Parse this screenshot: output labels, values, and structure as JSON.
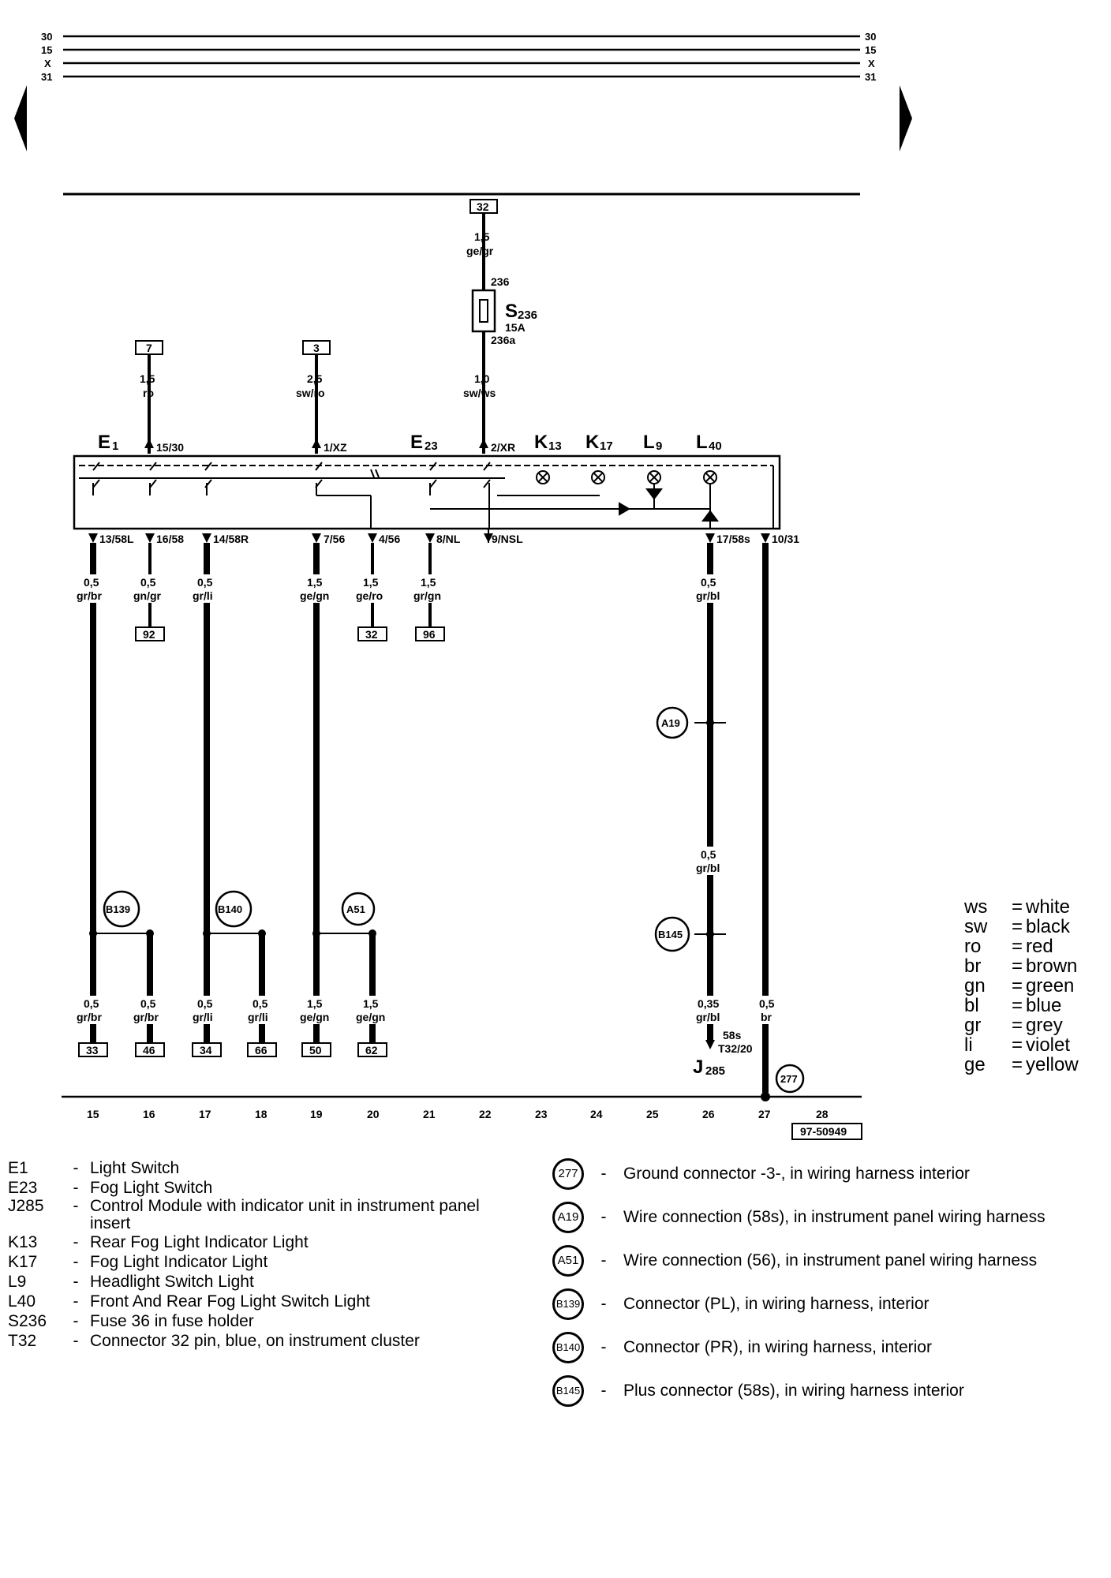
{
  "bus": {
    "labels": [
      "30",
      "15",
      "X",
      "31"
    ]
  },
  "components": {
    "E1": "E",
    "E1_sub": "1",
    "E23": "E",
    "E23_sub": "23",
    "K13": "K",
    "K13_sub": "13",
    "K17": "K",
    "K17_sub": "17",
    "L9": "L",
    "L9_sub": "9",
    "L40": "L",
    "L40_sub": "40",
    "S236": "S",
    "S236_sub": "236",
    "S236_rating": "15A",
    "J285": "J",
    "J285_sub": "285"
  },
  "top_wires": {
    "w32_box": "32",
    "w32_size": "1,5",
    "w32_color": "ge/gr",
    "w32_pin_a": "236",
    "w32_pin_b": "236a",
    "w32b_size": "1,0",
    "w32b_color": "sw/ws",
    "w7_box": "7",
    "w7_size": "1,5",
    "w7_color": "ro",
    "w3_box": "3",
    "w3_size": "2,5",
    "w3_color": "sw/ro"
  },
  "switch_pins_top": {
    "p1": "15/30",
    "p2": "1/XZ",
    "p3": "2/XR"
  },
  "switch_pins_bottom": {
    "p13": "13/58L",
    "p16": "16/58",
    "p14": "14/58R",
    "p7": "7/56",
    "p4": "4/56",
    "p8": "8/NL",
    "p9": "9/NSL",
    "p17": "17/58s",
    "p10": "10/31"
  },
  "wires_upper": {
    "a_size": "0,5",
    "a_color": "gr/br",
    "b_size": "0,5",
    "b_color": "gn/gr",
    "b_box": "92",
    "c_size": "0,5",
    "c_color": "gr/li",
    "d_size": "1,5",
    "d_color": "ge/gn",
    "e_size": "1,5",
    "e_color": "ge/ro",
    "e_box": "32",
    "f_size": "1,5",
    "f_color": "gr/gn",
    "f_box": "96",
    "g_size": "0,5",
    "g_color": "gr/bl",
    "g2_size": "0,5",
    "g2_color": "gr/bl"
  },
  "connectors": {
    "A19": "A19",
    "B139": "B139",
    "B140": "B140",
    "A51": "A51",
    "B145": "B145",
    "G277": "277"
  },
  "wires_lower": [
    {
      "size": "0,5",
      "color": "gr/br",
      "box": "33"
    },
    {
      "size": "0,5",
      "color": "gr/br",
      "box": "46"
    },
    {
      "size": "0,5",
      "color": "gr/li",
      "box": "34"
    },
    {
      "size": "0,5",
      "color": "gr/li",
      "box": "66"
    },
    {
      "size": "1,5",
      "color": "ge/gn",
      "box": "50"
    },
    {
      "size": "1,5",
      "color": "ge/gn",
      "box": "62"
    }
  ],
  "j285_wire": {
    "size": "0,35",
    "color": "gr/bl",
    "pin": "58s",
    "conn": "T32/20"
  },
  "ground_wire": {
    "size": "0,5",
    "color": "br"
  },
  "tracks": [
    "15",
    "16",
    "17",
    "18",
    "19",
    "20",
    "21",
    "22",
    "23",
    "24",
    "25",
    "26",
    "27",
    "28"
  ],
  "doc_id": "97-50949",
  "color_legend": [
    {
      "code": "ws",
      "name": "white"
    },
    {
      "code": "sw",
      "name": "black"
    },
    {
      "code": "ro",
      "name": "red"
    },
    {
      "code": "br",
      "name": "brown"
    },
    {
      "code": "gn",
      "name": "green"
    },
    {
      "code": "bl",
      "name": "blue"
    },
    {
      "code": "gr",
      "name": "grey"
    },
    {
      "code": "li",
      "name": "violet"
    },
    {
      "code": "ge",
      "name": "yellow"
    }
  ],
  "component_legend": [
    {
      "code": "E1",
      "desc": "Light Switch"
    },
    {
      "code": "E23",
      "desc": "Fog Light Switch"
    },
    {
      "code": "J285",
      "desc": "Control Module with indicator unit in instrument panel insert"
    },
    {
      "code": "K13",
      "desc": "Rear Fog Light Indicator Light"
    },
    {
      "code": "K17",
      "desc": "Fog Light Indicator Light"
    },
    {
      "code": "L9",
      "desc": "Headlight Switch Light"
    },
    {
      "code": "L40",
      "desc": "Front And Rear Fog Light Switch Light"
    },
    {
      "code": "S236",
      "desc": "Fuse 36 in fuse holder"
    },
    {
      "code": "T32",
      "desc": "Connector 32 pin, blue, on instrument cluster"
    }
  ],
  "connector_legend": [
    {
      "code": "277",
      "desc": "Ground connector -3-, in wiring harness interior"
    },
    {
      "code": "A19",
      "desc": "Wire connection (58s), in instrument panel wiring harness"
    },
    {
      "code": "A51",
      "desc": "Wire connection (56), in instrument panel wiring harness"
    },
    {
      "code": "B139",
      "desc": "Connector (PL), in wiring harness, interior"
    },
    {
      "code": "B140",
      "desc": "Connector (PR), in wiring harness, interior"
    },
    {
      "code": "B145",
      "desc": "Plus connector (58s), in wiring harness interior"
    }
  ]
}
